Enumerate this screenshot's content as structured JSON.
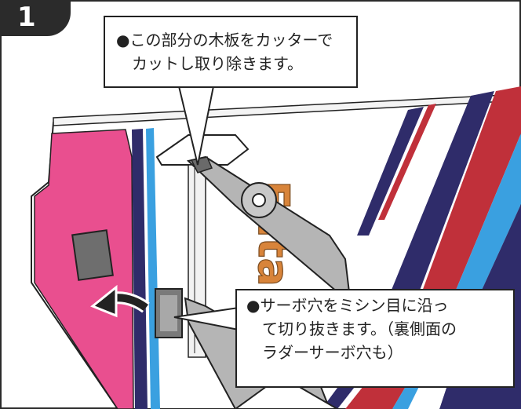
{
  "step": {
    "number": "1"
  },
  "callout_top": {
    "lines": [
      "●この部分の木板をカッターで",
      "カットし取り除きます。"
    ]
  },
  "callout_bottom": {
    "lines": [
      "●サーボ穴をミシン目に沿っ",
      "て切り抜きます。（裏側面の",
      "ラダーサーボ穴も）"
    ]
  },
  "logo": {
    "text": "Futaba"
  },
  "colors": {
    "pink": "#e94f8f",
    "navy": "#2f2c6a",
    "red": "#c0303a",
    "sky": "#3aa0e0",
    "tool_gray": "#b5b5b5",
    "logo_orange": "#d8843a"
  }
}
